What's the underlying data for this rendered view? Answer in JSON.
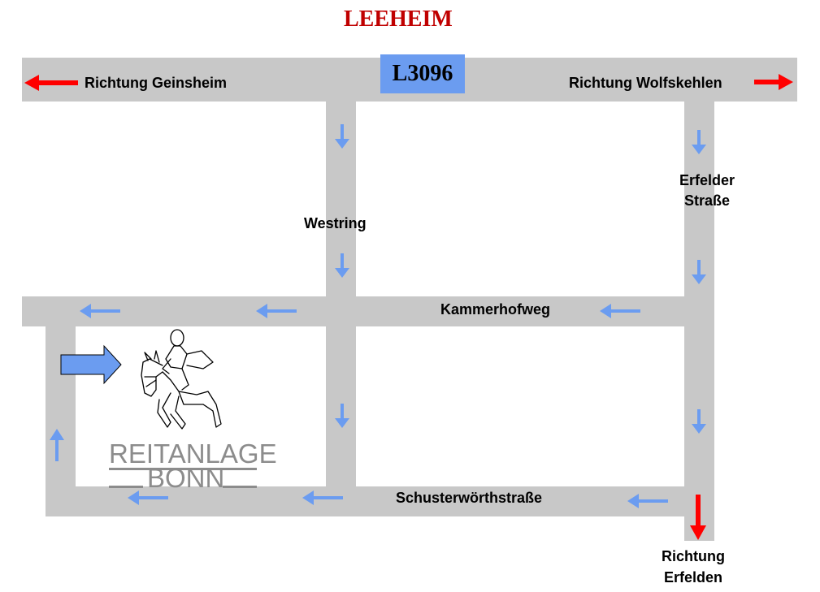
{
  "title": "LEEHEIM",
  "road_number": "L3096",
  "labels": {
    "west": "Richtung Geinsheim",
    "east": "Richtung Wolfskehlen",
    "erfelder_1": "Erfelder",
    "erfelder_2": "Straße",
    "westring": "Westring",
    "kammerhofweg": "Kammerhofweg",
    "schuster": "Schusterwörthstraße",
    "south_1": "Richtung",
    "south_2": "Erfelden"
  },
  "logo": {
    "line1": "REITANLAGE",
    "line2": "BONN"
  },
  "colors": {
    "road": "#c8c8c8",
    "title": "#c00000",
    "road_number_bg": "#6b9cf0",
    "direction_arrow": "#6b9cf0",
    "exit_arrow": "#ff0000",
    "logo": "#8c8c8c"
  }
}
